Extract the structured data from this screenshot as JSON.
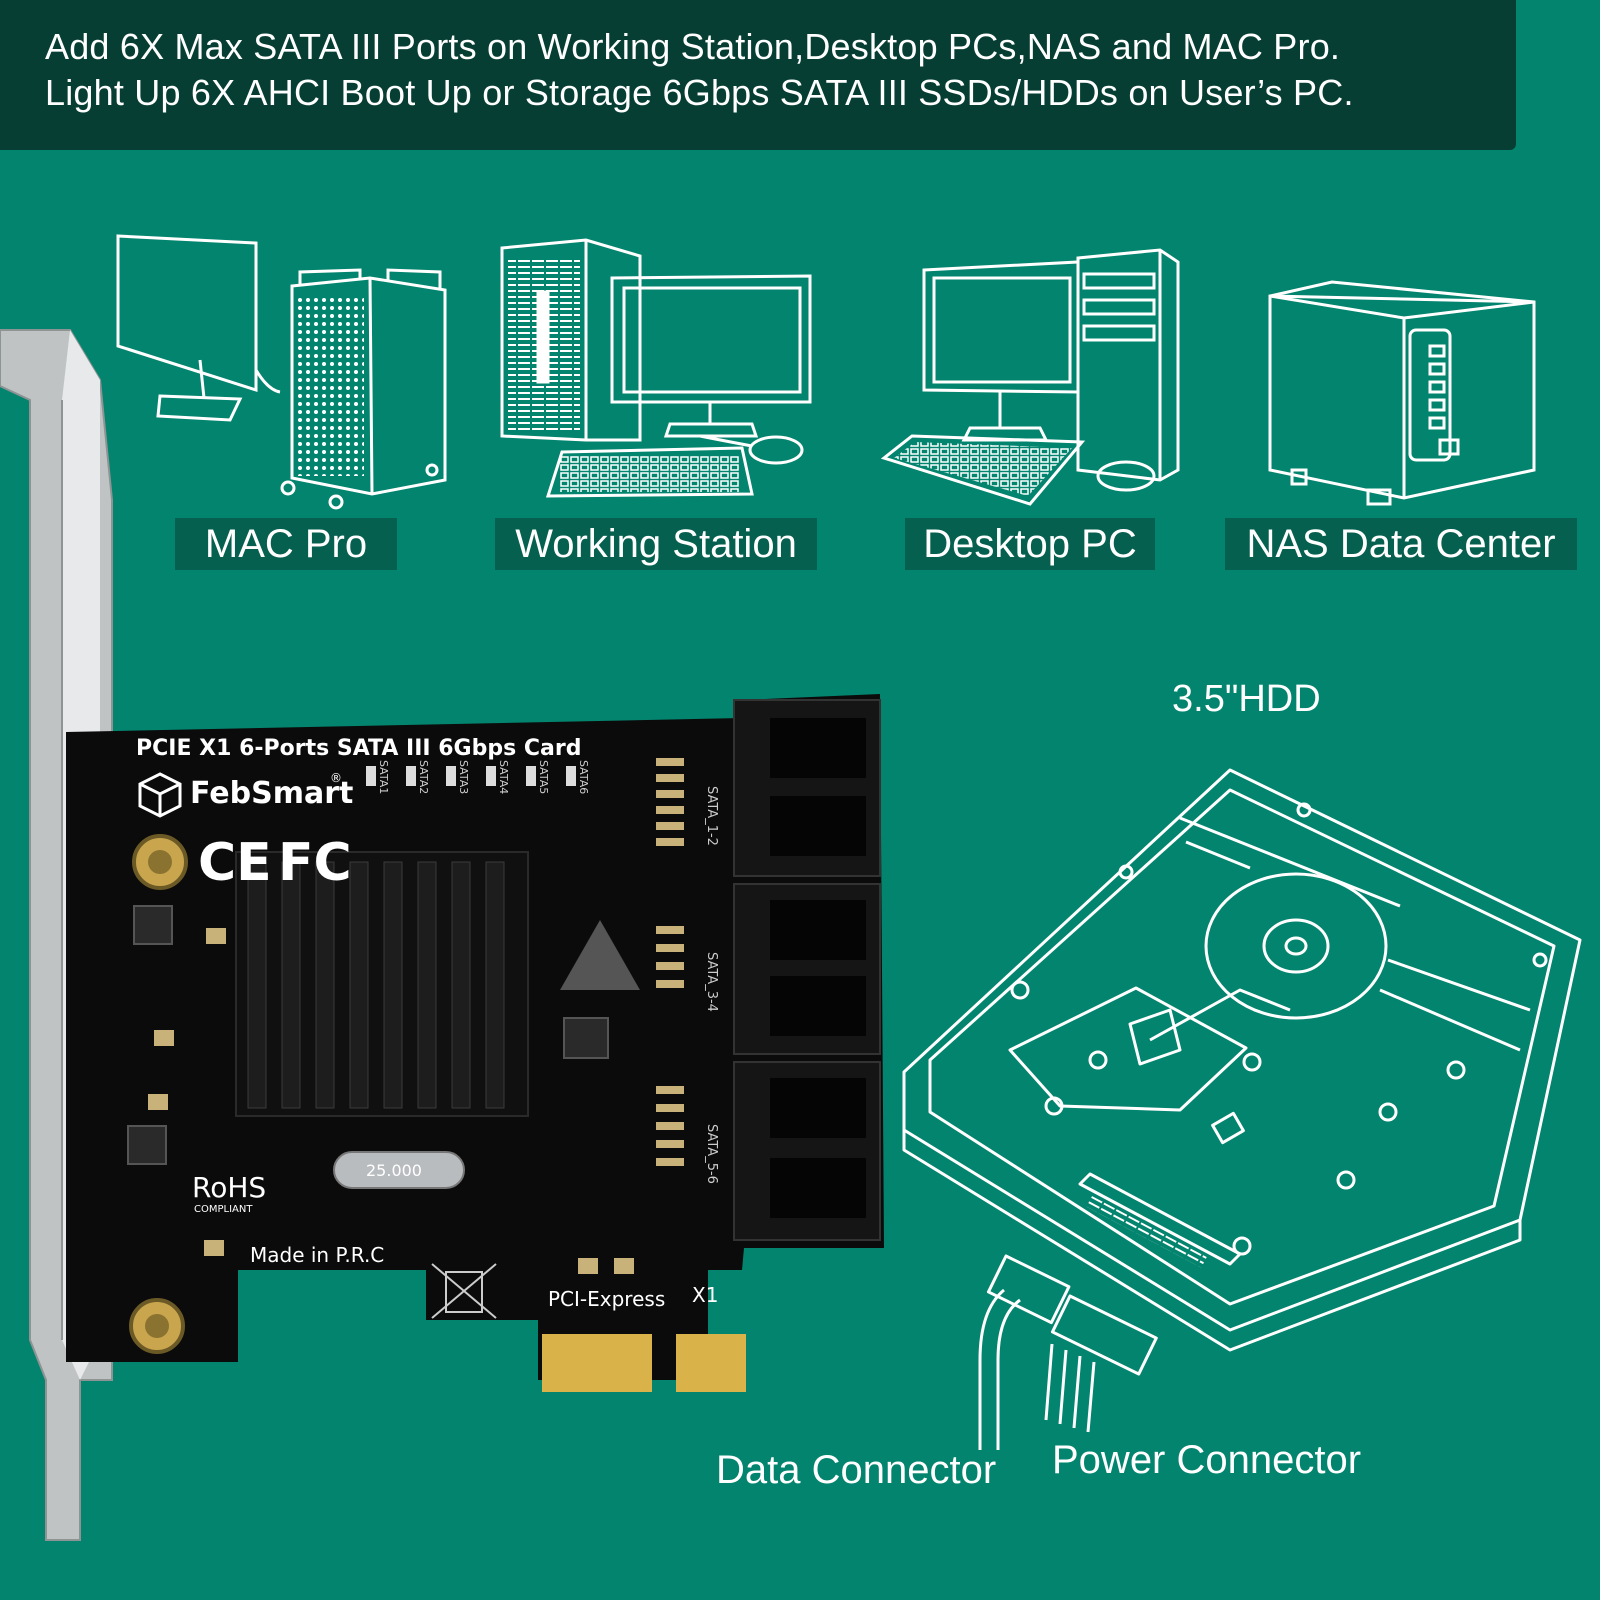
{
  "banner": {
    "line1": "Add 6X Max SATA III Ports on Working Station,Desktop PCs,NAS and MAC Pro.",
    "line2": "Light Up 6X AHCI Boot Up or Storage 6Gbps SATA III SSDs/HDDs on User’s PC."
  },
  "devices": [
    {
      "label": "MAC Pro",
      "icon": "mac-pro-icon"
    },
    {
      "label": "Working Station",
      "icon": "workstation-icon"
    },
    {
      "label": "Desktop PC",
      "icon": "desktop-pc-icon"
    },
    {
      "label": "NAS Data Center",
      "icon": "nas-icon"
    }
  ],
  "card": {
    "title": "PCIE X1 6-Ports SATA III 6Gbps Card",
    "brand": "FebSmart",
    "brand_mark": "®",
    "ports": [
      "SATA1",
      "SATA2",
      "SATA3",
      "SATA4",
      "SATA5",
      "SATA6"
    ],
    "port_groups": [
      "SATA_1-2",
      "SATA_3-4",
      "SATA_5-6"
    ],
    "ce": "CE",
    "fc": "FC",
    "rohs": "RoHS",
    "rohs_sub": "COMPLIANT",
    "made_in": "Made in P.R.C",
    "interface": "PCI-Express",
    "lane": "X1",
    "crystal": "25.000"
  },
  "hdd": {
    "title": "3.5\"HDD",
    "data_connector": "Data Connector",
    "power_connector": "Power Connector"
  },
  "colors": {
    "background": "#03846e",
    "banner": "#073e33",
    "label_bg": "#06604f",
    "line_art": "#ffffff",
    "pcb": "#0a0a0a",
    "gold": "#d9b24a"
  }
}
